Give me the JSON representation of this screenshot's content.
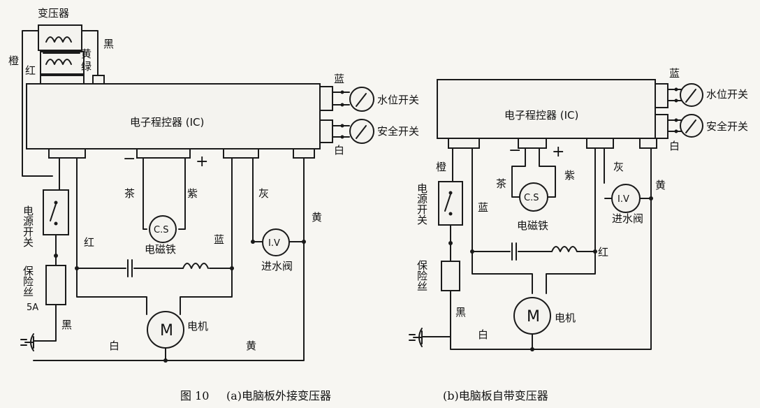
{
  "caption": {
    "figure": "图 10",
    "a": "(a)电脑板外接变压器",
    "b": "(b)电脑板自带变压器"
  },
  "left": {
    "transformer": "变压器",
    "controller": "电子程控器 (IC)",
    "orange": "橙",
    "red": "红",
    "yellow_green_1": "黄",
    "yellow_green_2": "绿",
    "black_top": "黑",
    "blue_top": "蓝",
    "white_top": "白",
    "water_switch": "水位开关",
    "safety_switch": "安全开关",
    "minus": "−",
    "plus": "+",
    "brown": "茶",
    "purple": "紫",
    "cs": "C.S",
    "magnet": "电磁铁",
    "gray": "灰",
    "yellow_right": "黄",
    "iv": "I.V",
    "valve": "进水阀",
    "blue_mid": "蓝",
    "red_mid": "红",
    "power_switch": "电源开关",
    "fuse": "保险丝",
    "fuse_rating": "5A",
    "black_bottom": "黑",
    "white_bottom": "白",
    "yellow_bottom": "黄",
    "motor_m": "M",
    "motor": "电机"
  },
  "right": {
    "controller": "电子程控器 (IC)",
    "blue_top": "蓝",
    "white_top": "白",
    "water_switch": "水位开关",
    "safety_switch": "安全开关",
    "minus": "−",
    "plus": "+",
    "brown": "茶",
    "purple": "紫",
    "cs": "C.S",
    "magnet": "电磁铁",
    "gray": "灰",
    "yellow": "黄",
    "iv": "I.V",
    "valve": "进水阀",
    "orange": "橙",
    "blue_mid": "蓝",
    "red_mid": "红",
    "power_switch": "电源开关",
    "fuse": "保险丝",
    "black": "黑",
    "white_bottom": "白",
    "motor_m": "M",
    "motor": "电机"
  }
}
